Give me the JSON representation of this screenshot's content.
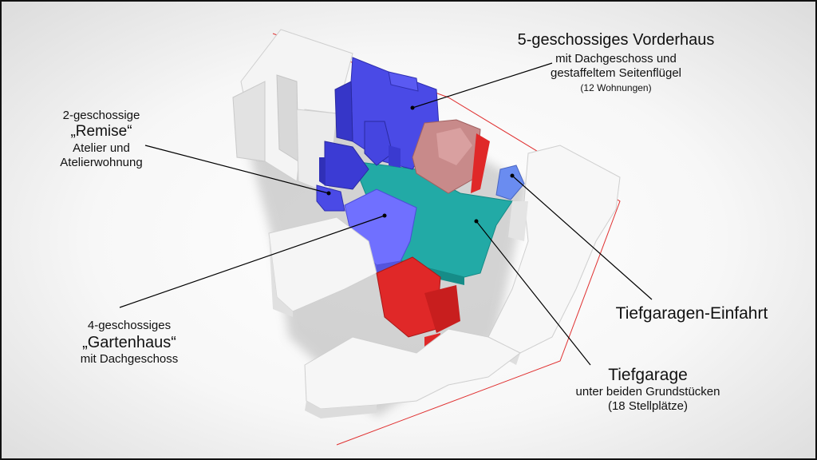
{
  "labels": {
    "vorderhaus": {
      "title": "5-geschossiges Vorderhaus",
      "line2": "mit Dachgeschoss und",
      "line3": "gestaffeltem Seitenflügel",
      "line4": "(12 Wohnungen)"
    },
    "remise": {
      "line1": "2-geschossige",
      "line2": "„Remise“",
      "line3": "Atelier und",
      "line4": "Atelierwohnung"
    },
    "gartenhaus": {
      "line1": "4-geschossiges",
      "line2": "„Gartenhaus“",
      "line3": "mit Dachgeschoss"
    },
    "einfahrt": {
      "line1": "Tiefgaragen-Einfahrt"
    },
    "tiefgarage": {
      "line1": "Tiefgarage",
      "line2": "unter beiden Grundstücken",
      "line3": "(18 Stellplätze)"
    }
  },
  "colors": {
    "new_buildings": "#4a4ae6",
    "gartenhaus": "#7070ff",
    "tiefgarage": "#22aaa6",
    "existing_red": "#e02828",
    "existing_white": "#ffffff",
    "property_line": "#e03030"
  }
}
